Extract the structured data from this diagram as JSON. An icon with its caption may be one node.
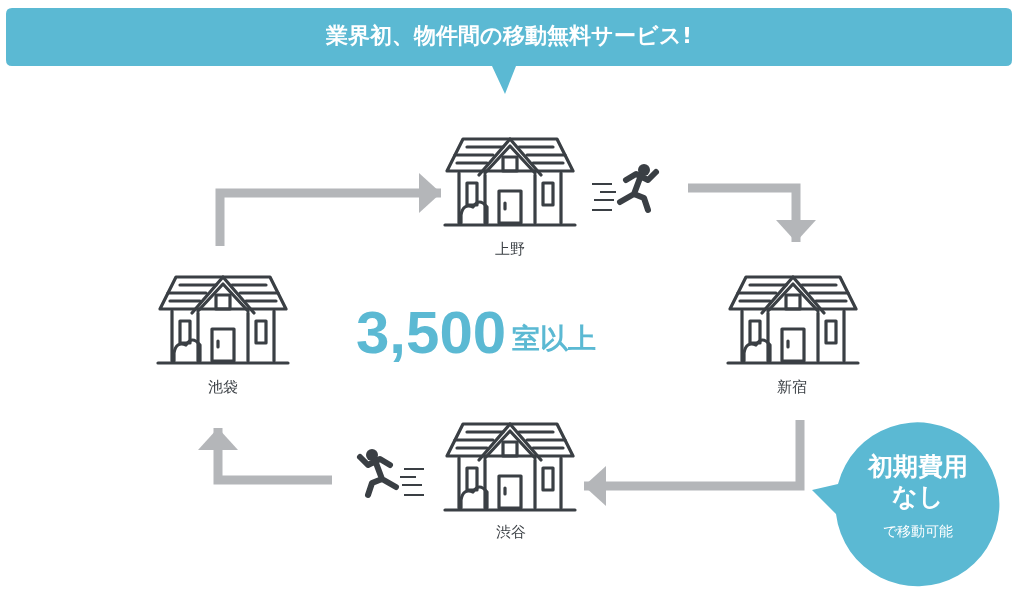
{
  "diagram": {
    "nodes": [
      {
        "text": [
          "業界初、物件間の移動無料サービス!"
        ]
      },
      {
        "text": [
          "上野"
        ]
      },
      {
        "text": [
          "新宿"
        ]
      },
      {
        "text": [
          "渋谷"
        ]
      },
      {
        "text": [
          "池袋"
        ]
      },
      {
        "text": [
          "初期費用なし",
          "で移動可能"
        ]
      }
    ],
    "edges": [
      {
        "from": 1,
        "to": 2,
        "arrow": "to"
      },
      {
        "from": 2,
        "to": 3,
        "arrow": "to"
      },
      {
        "from": 3,
        "to": 4,
        "arrow": "to"
      },
      {
        "from": 4,
        "to": 1,
        "arrow": "to"
      }
    ],
    "labels": [
      "3,500",
      "室以上"
    ]
  }
}
